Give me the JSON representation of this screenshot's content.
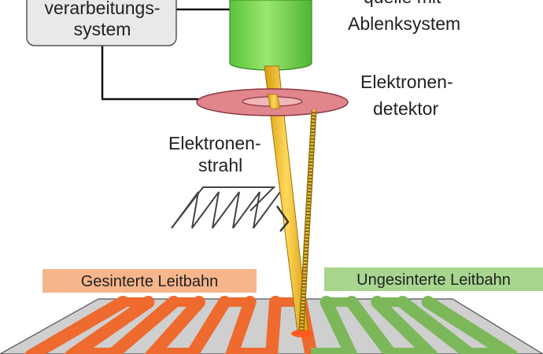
{
  "labels": {
    "processing_system": [
      "verarbeitungs-",
      "system"
    ],
    "source": [
      "quelle mit",
      "Ablenksystem"
    ],
    "detector": [
      "Elektronen-",
      "detektor"
    ],
    "beam": [
      "Elektronen-",
      "strahl"
    ],
    "sintered": "Gesinterte Leitbahn",
    "unsintered": "Ungesinterte Leitbahn"
  },
  "colors": {
    "sintered_track": "#ee6a2e",
    "sintered_label_bg": "#f6b58b",
    "unsintered_track": "#7cb85a",
    "unsintered_label_bg": "#a8d68f",
    "source_column": "#7ed957",
    "detector_ring": "#e0868c",
    "beam": "#f2c43a",
    "system_box": "#e9e9e9"
  }
}
